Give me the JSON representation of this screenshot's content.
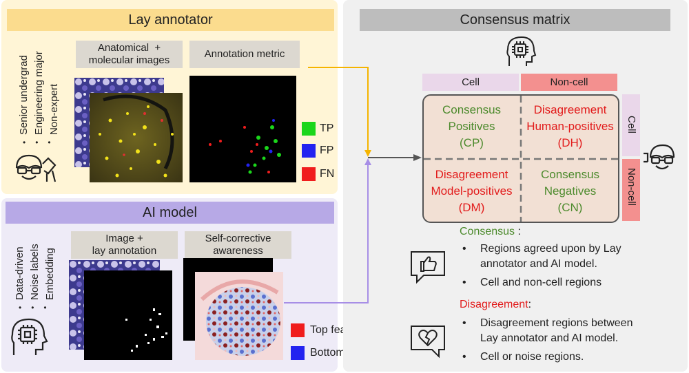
{
  "lay": {
    "title": "Lay annotator",
    "descriptors": [
      "Senior undergrad",
      "Engineering major",
      "Non-expert"
    ],
    "img_tag": "Anatomical  +\nmolecular images",
    "metric_tag": "Annotation metric",
    "legend": [
      {
        "label": "TP",
        "color": "#1bd61b"
      },
      {
        "label": "FP",
        "color": "#2323f0"
      },
      {
        "label": "FN",
        "color": "#f01d1d"
      }
    ]
  },
  "ai": {
    "title": "AI model",
    "descriptors": [
      "Data-driven",
      "Noise labels",
      "Embedding"
    ],
    "img_tag": "Image +\nlay annotation",
    "aware_tag": "Self-corrective\nawareness",
    "legend": [
      {
        "label": "Top features",
        "color": "#f01d1d"
      },
      {
        "label": "Bottom features",
        "color": "#2323f0"
      }
    ]
  },
  "consensus": {
    "title": "Consensus matrix",
    "col_labels": [
      "Cell",
      "Non-cell"
    ],
    "row_labels": [
      "Cell",
      "Non-cell"
    ],
    "cells": {
      "cp": [
        "Consensus",
        "Positives",
        "(CP)"
      ],
      "dh": [
        "Disagreement",
        "Human-positives",
        "(DH)"
      ],
      "dm": [
        "Disagreement",
        "Model-positives",
        "(DM)"
      ],
      "cn": [
        "Consensus",
        "Negatives",
        "(CN)"
      ]
    },
    "consensus_heading": "Consensus",
    "consensus_colon": " :",
    "consensus_bullets": [
      "Regions agreed upon by Lay\nannotator and AI model.",
      "Cell and non-cell regions"
    ],
    "disagreement_heading": "Disagreement",
    "disagreement_colon": ":",
    "disagreement_bullets": [
      "Disagreement regions between\nLay annotator and AI model.",
      "Cell or noise regions."
    ]
  },
  "colors": {
    "lay_bg": "#fff5d6",
    "lay_hdr": "#fbdc8e",
    "ai_bg": "#eeebf7",
    "ai_hdr": "#b7a9e6",
    "cons_bg": "#f0f0f0",
    "cons_hdr": "#bdbdbd",
    "matrix_bg": "#f2e0d4",
    "col_cell": "#ead7ea",
    "col_noncell": "#f3908f",
    "arrow_lay": "#f5b400",
    "arrow_ai": "#a78ee6"
  }
}
